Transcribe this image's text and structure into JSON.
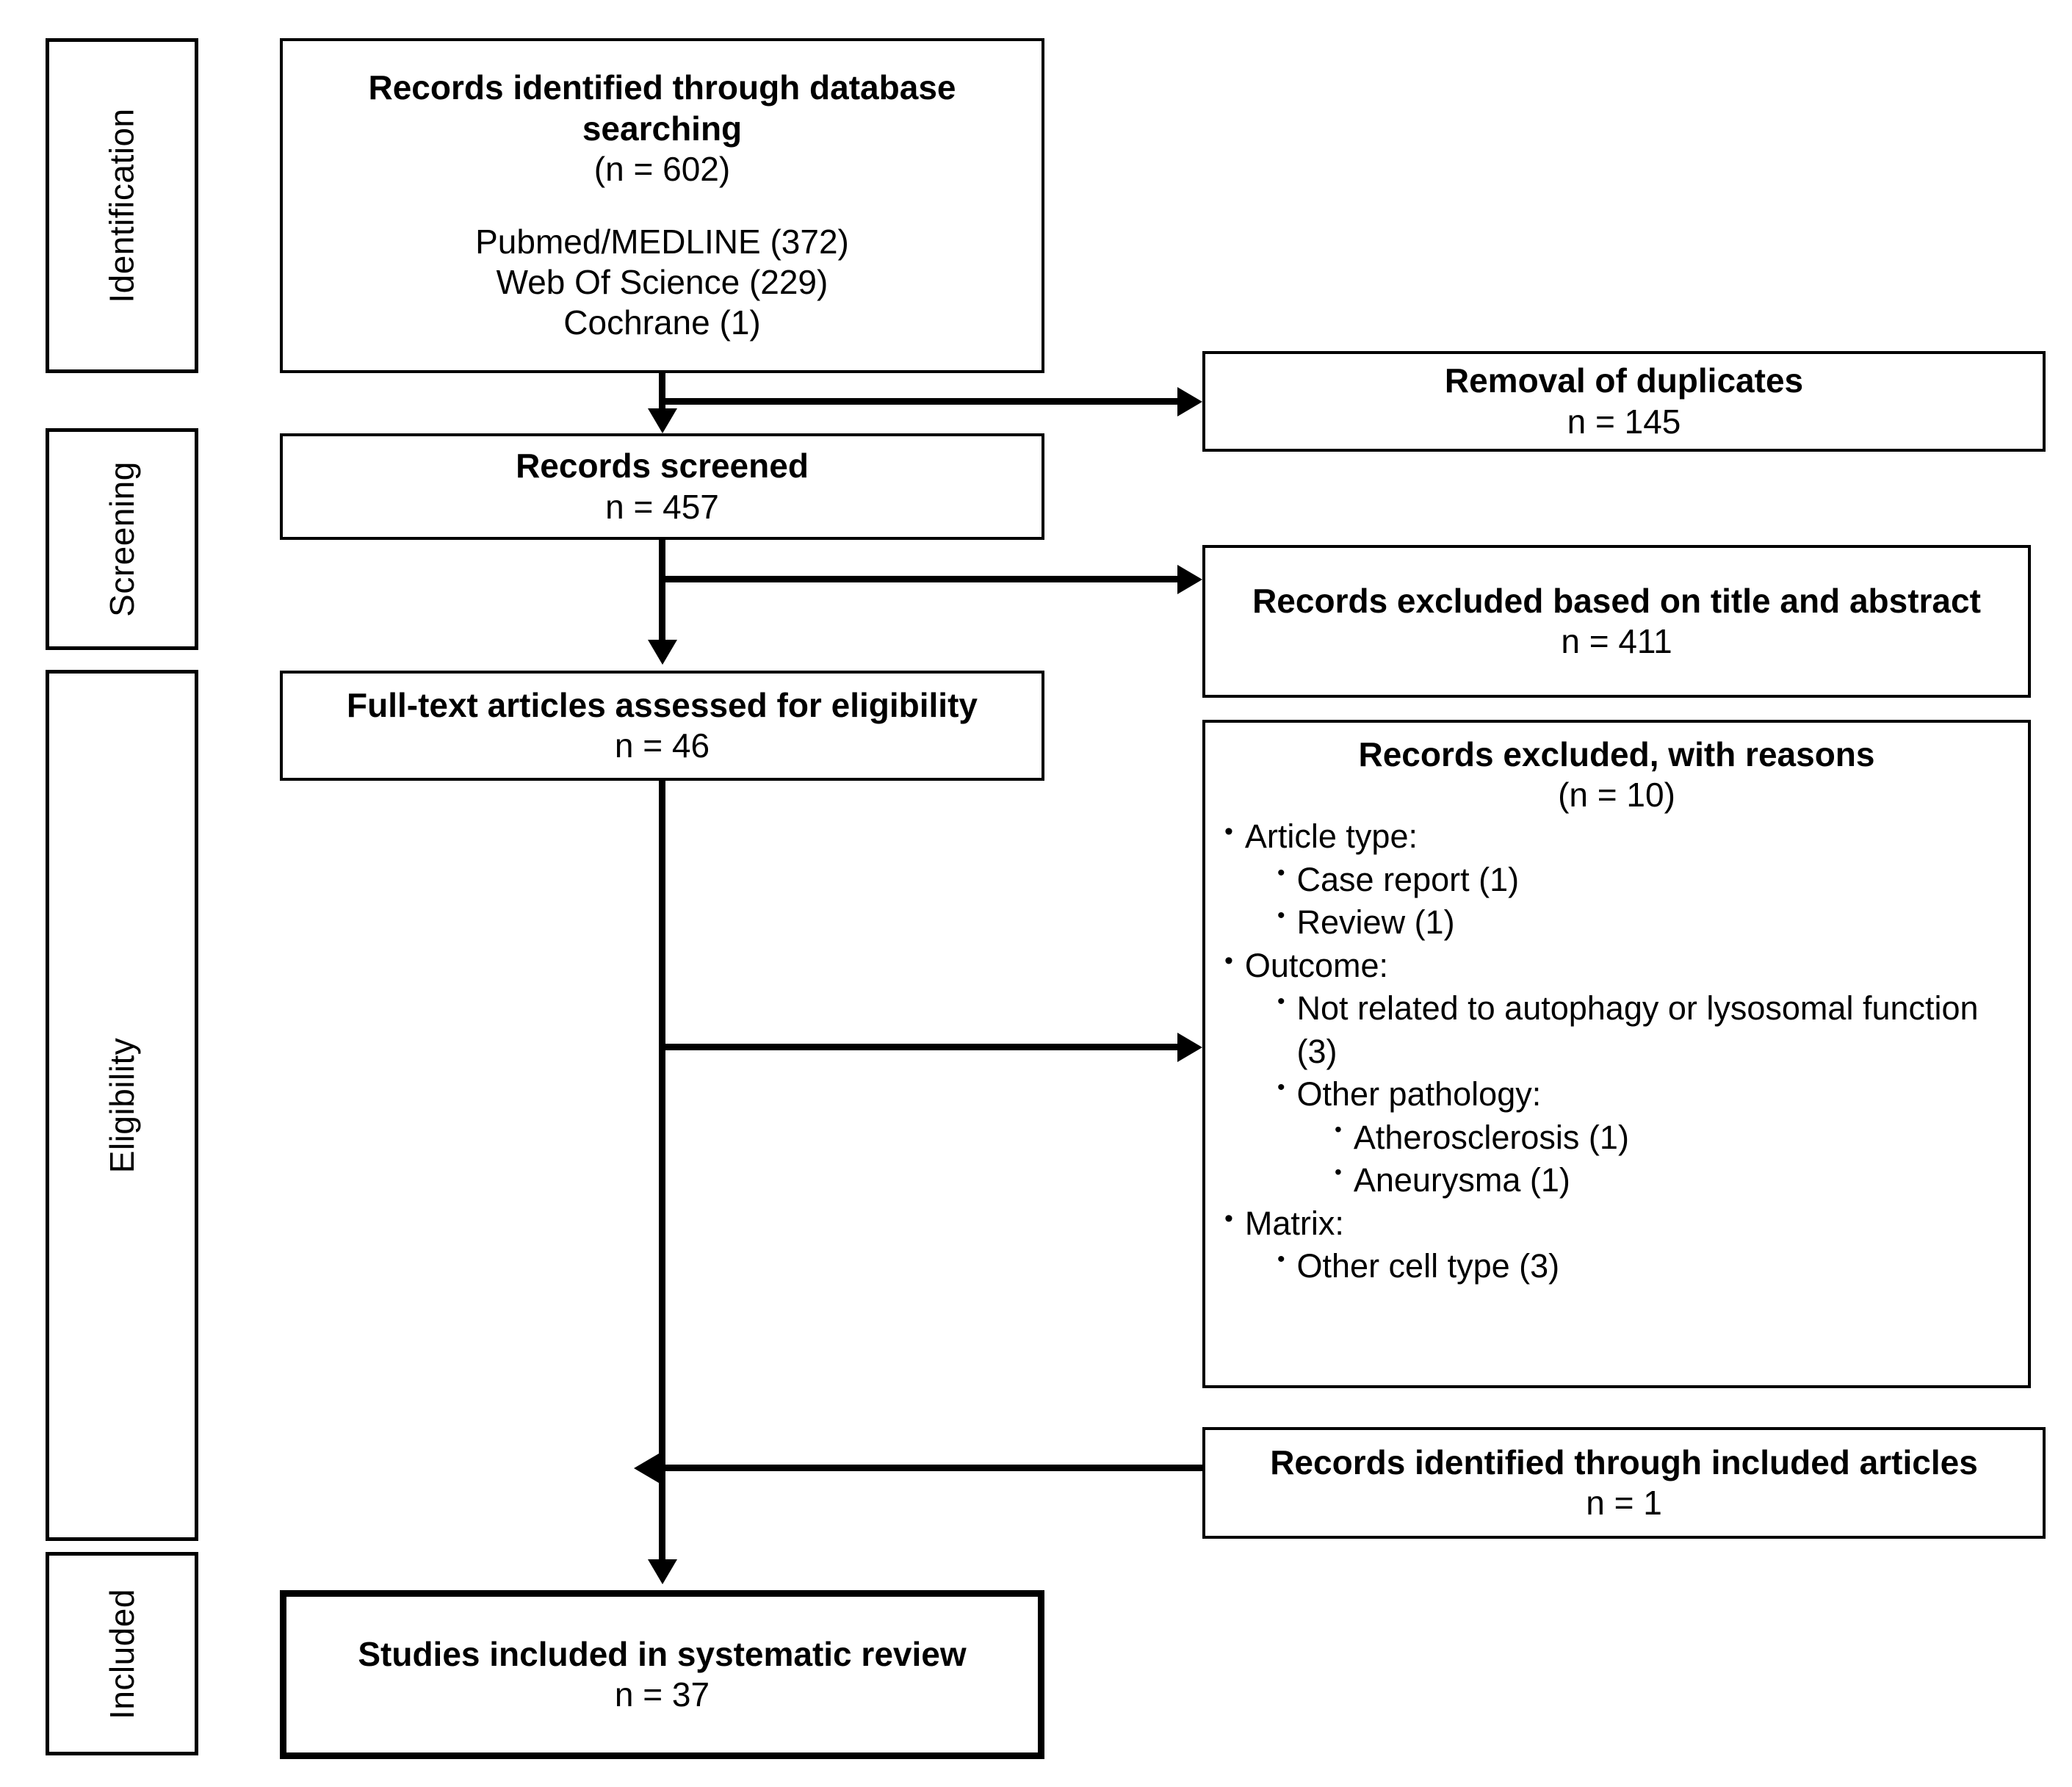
{
  "stages": [
    {
      "label": "Identification"
    },
    {
      "label": "Screening"
    },
    {
      "label": "Eligibility"
    },
    {
      "label": "Included"
    }
  ],
  "flow": {
    "identified": {
      "title": "Records identified through database searching",
      "count": "(n = 602)",
      "sources": [
        "Pubmed/MEDLINE (372)",
        "Web Of Science (229)",
        "Cochrane (1)"
      ]
    },
    "screened": {
      "title": "Records screened",
      "count": "n = 457"
    },
    "fulltext": {
      "title": "Full-text articles assessed for eligibility",
      "count": "n = 46"
    },
    "included": {
      "title": "Studies included in systematic review",
      "count": "n = 37"
    }
  },
  "side": {
    "duplicates": {
      "title": "Removal of duplicates",
      "count": "n = 145"
    },
    "excluded_title_abstract": {
      "title": "Records excluded based on title and abstract",
      "count": "n = 411"
    },
    "excluded_reasons": {
      "title": "Records excluded, with reasons",
      "count": "(n = 10)",
      "items": [
        {
          "level": 1,
          "bullet": "•",
          "text": "Article type:"
        },
        {
          "level": 2,
          "bullet": "•",
          "text": "Case report (1)"
        },
        {
          "level": 2,
          "bullet": "•",
          "text": "Review (1)"
        },
        {
          "level": 1,
          "bullet": "•",
          "text": "Outcome:"
        },
        {
          "level": 2,
          "bullet": "•",
          "text": "Not related to autophagy or lysosomal function (3)"
        },
        {
          "level": 2,
          "bullet": "•",
          "text": "Other pathology:"
        },
        {
          "level": 3,
          "bullet": "•",
          "text": "Atherosclerosis (1)"
        },
        {
          "level": 3,
          "bullet": "•",
          "text": "Aneurysma (1)"
        },
        {
          "level": 1,
          "bullet": "•",
          "text": "Matrix:"
        },
        {
          "level": 2,
          "bullet": "•",
          "text": "Other cell type (3)"
        }
      ]
    },
    "identified_included_articles": {
      "title": "Records identified through included articles",
      "count": "n = 1"
    }
  },
  "colors": {
    "stroke": "#000000",
    "background": "#ffffff"
  }
}
